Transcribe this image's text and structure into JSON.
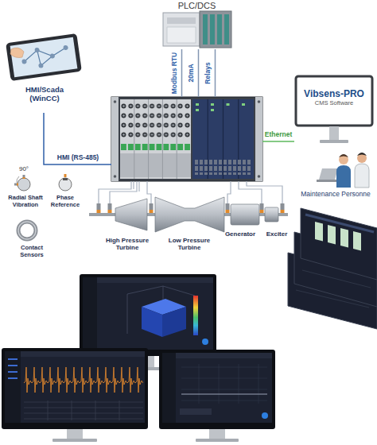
{
  "diagram": {
    "nodes": [
      {
        "text": [
          "PLC/DCS"
        ]
      },
      {
        "text": [
          "HMI/Scada (WinCC)"
        ]
      },
      {
        "text": []
      },
      {
        "text": [
          "Vibsens-PRO",
          "CMS Software"
        ]
      }
    ],
    "edges": [
      {
        "from": 0,
        "to": 2,
        "label": "Modbus RTU",
        "arrow": "none"
      },
      {
        "from": 0,
        "to": 2,
        "label": "20mA",
        "arrow": "none"
      },
      {
        "from": 0,
        "to": 2,
        "label": "Relays",
        "arrow": "none"
      },
      {
        "from": 1,
        "to": 2,
        "label": "HMI (RS-485)",
        "arrow": "none"
      },
      {
        "from": 2,
        "to": 3,
        "label": "Ethernet",
        "arrow": "none"
      }
    ],
    "labels": [
      "90°",
      "Radial Shaft Vibration",
      "Phase Reference",
      "Contact Sensors",
      "High Pressure Turbine",
      "Low Pressure Turbine",
      "Generator",
      "Exciter",
      "Maintenance Personne"
    ]
  }
}
